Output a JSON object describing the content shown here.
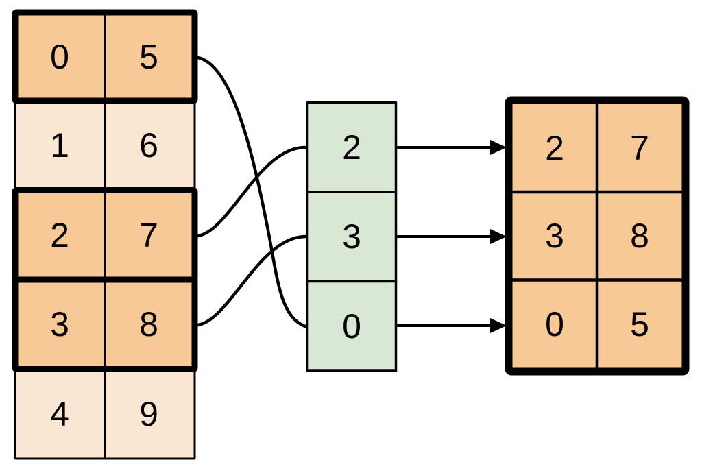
{
  "diagram": {
    "source_table": {
      "rows": [
        {
          "col1": "0",
          "col2": "5",
          "highlighted": true
        },
        {
          "col1": "1",
          "col2": "6",
          "highlighted": false
        },
        {
          "col1": "2",
          "col2": "7",
          "highlighted": true
        },
        {
          "col1": "3",
          "col2": "8",
          "highlighted": true
        },
        {
          "col1": "4",
          "col2": "9",
          "highlighted": false
        }
      ]
    },
    "index_column": {
      "cells": [
        "2",
        "3",
        "0"
      ]
    },
    "result_table": {
      "rows": [
        {
          "col1": "2",
          "col2": "7"
        },
        {
          "col1": "3",
          "col2": "8"
        },
        {
          "col1": "0",
          "col2": "5"
        }
      ]
    },
    "connections": {
      "curves": [
        {
          "from": "source-row-0",
          "to": "index-cell-2"
        },
        {
          "from": "source-row-2",
          "to": "index-cell-0"
        },
        {
          "from": "source-row-3",
          "to": "index-cell-1"
        }
      ],
      "arrows": [
        {
          "from": "index-cell-0",
          "to": "result-row-0"
        },
        {
          "from": "index-cell-1",
          "to": "result-row-1"
        },
        {
          "from": "index-cell-2",
          "to": "result-row-2"
        }
      ]
    },
    "colors": {
      "highlight_fill": "#F7C996",
      "light_fill": "#FAE7D1",
      "index_fill": "#D8E8D4",
      "stroke": "#000000",
      "background": "#FFFFFF"
    }
  }
}
